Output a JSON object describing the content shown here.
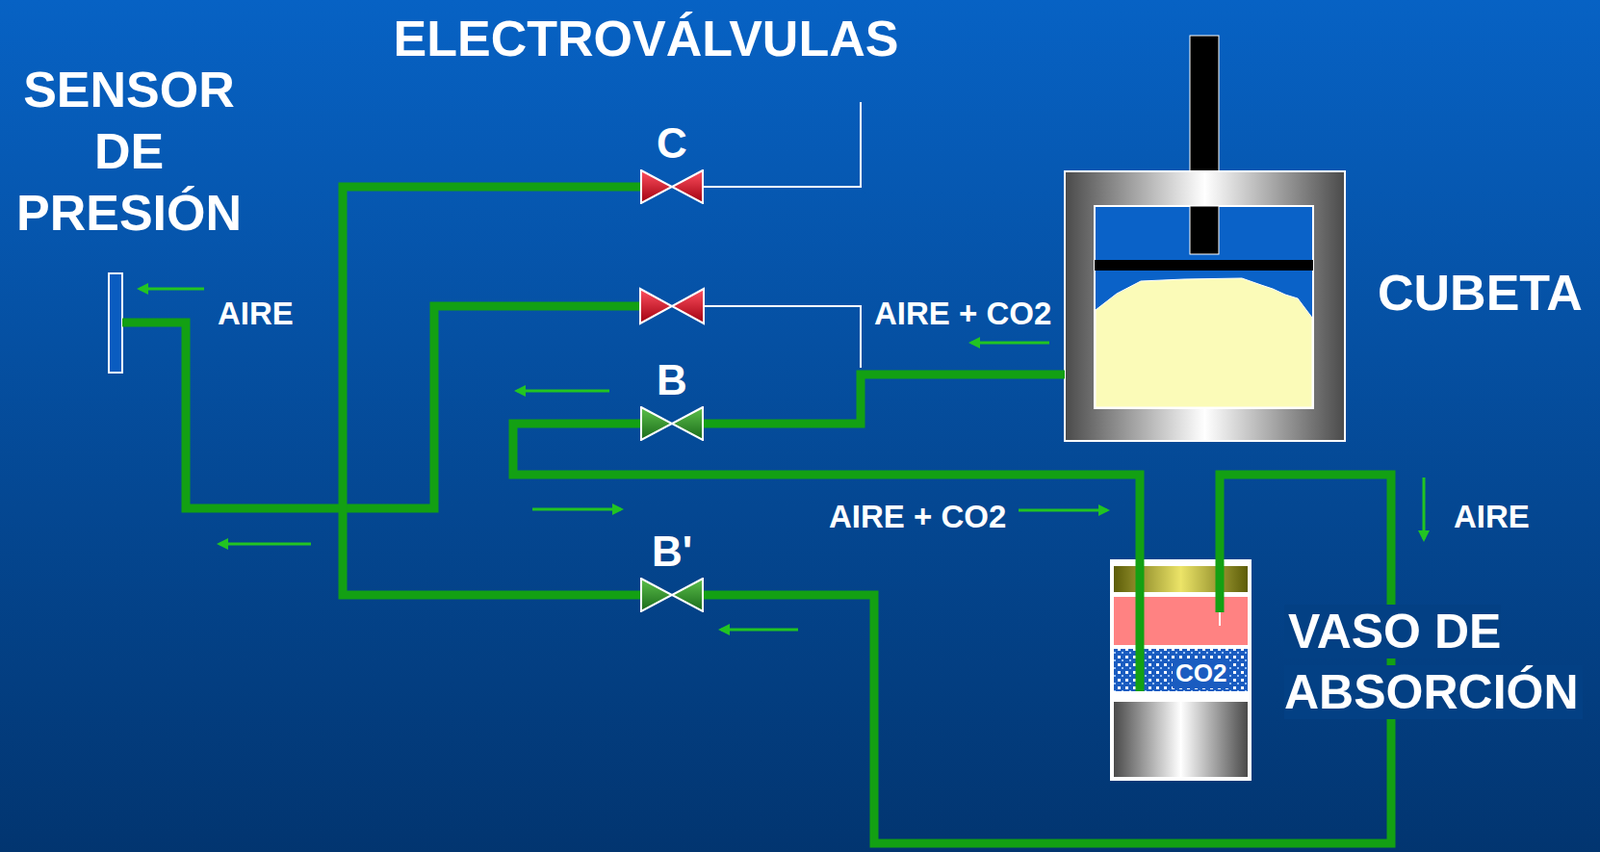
{
  "diagram": {
    "nodes": [
      {
        "text": [
          "SENSOR DE PRESIÓN"
        ]
      },
      {
        "text": [
          "C"
        ]
      },
      {
        "text": [
          "CUBETA"
        ]
      },
      {
        "text": [
          "B"
        ]
      },
      {
        "text": [
          "B'"
        ]
      },
      {
        "text": [
          "VASO DE ABSORCIÓN"
        ]
      }
    ],
    "edges": [
      {
        "from": 2,
        "to": 3,
        "arrow": "none"
      },
      {
        "from": 3,
        "to": 5,
        "arrow": "none"
      },
      {
        "from": 5,
        "to": 4,
        "arrow": "none"
      },
      {
        "from": 4,
        "to": 1,
        "arrow": "none"
      }
    ],
    "labels": [
      "ELECTROVÁLVULAS",
      "AIRE",
      "AIRE + CO2",
      "AIRE + CO2",
      "AIRE",
      "CO2"
    ]
  }
}
